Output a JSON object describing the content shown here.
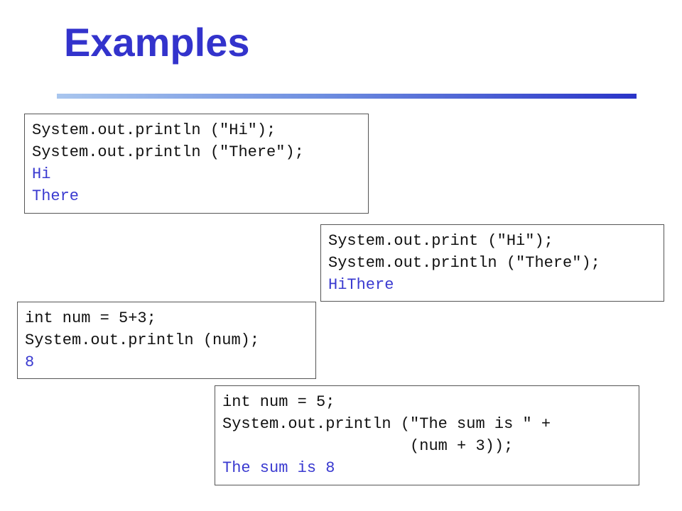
{
  "slide": {
    "title": "Examples"
  },
  "examples": [
    {
      "code": [
        "System.out.println (\"Hi\");",
        "System.out.println (\"There\");"
      ],
      "output": [
        "Hi",
        "There"
      ]
    },
    {
      "code": [
        "System.out.print (\"Hi\");",
        "System.out.println (\"There\");"
      ],
      "output": [
        "HiThere"
      ]
    },
    {
      "code": [
        "int num = 5+3;",
        "System.out.println (num);"
      ],
      "output": [
        "8"
      ]
    },
    {
      "code": [
        "int num = 5;",
        "System.out.println (\"The sum is \" +",
        "                    (num + 3));"
      ],
      "output": [
        "The sum is 8"
      ]
    }
  ],
  "colors": {
    "title": "#3333cc",
    "output_text": "#3a3ad0",
    "code_text": "#111111",
    "rule_start": "#a9c6ee",
    "rule_end": "#2a34c8"
  }
}
